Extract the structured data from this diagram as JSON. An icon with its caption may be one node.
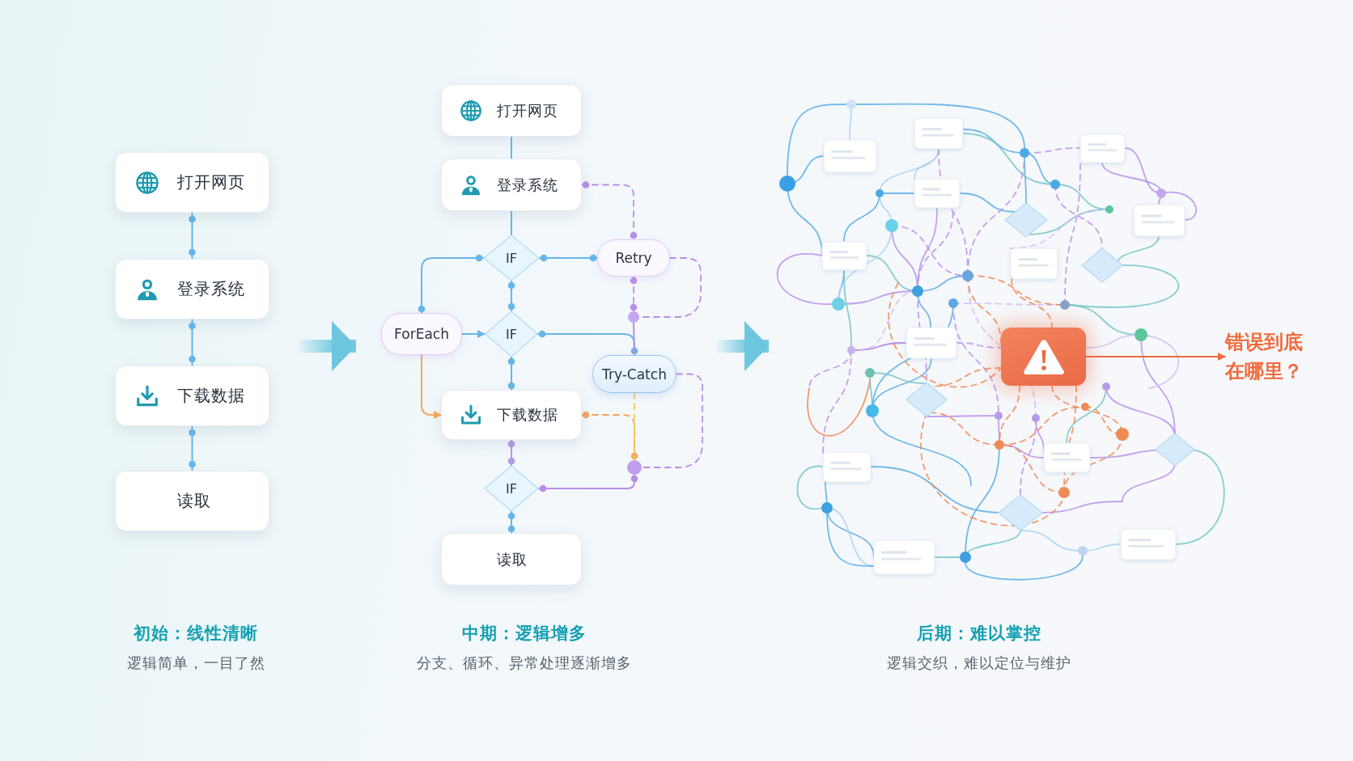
{
  "diagram": {
    "nodes": [
      {
        "text": [
          "初始：线性清晰",
          "逻辑简单，一目了然"
        ]
      },
      {
        "text": [
          "打开网页"
        ],
        "in": 0
      },
      {
        "text": [
          "登录系统"
        ],
        "in": 0
      },
      {
        "text": [
          "下载数据"
        ],
        "in": 0
      },
      {
        "text": [
          "读取"
        ],
        "in": 0
      },
      {
        "text": [
          "中期：逻辑增多",
          "分支、循环、异常处理逐渐增多"
        ]
      },
      {
        "text": [
          "打开网页"
        ],
        "in": 5
      },
      {
        "text": [
          "登录系统"
        ],
        "in": 5
      },
      {
        "text": [
          "IF"
        ],
        "in": 5
      },
      {
        "text": [
          "Retry"
        ],
        "in": 5
      },
      {
        "text": [
          "ForEach"
        ],
        "in": 5
      },
      {
        "text": [
          "IF"
        ],
        "in": 5
      },
      {
        "text": [],
        "shape": "circle",
        "in": 5
      },
      {
        "text": [
          "Try-Catch"
        ],
        "in": 5
      },
      {
        "text": [
          "下载数据"
        ],
        "in": 5
      },
      {
        "text": [
          "IF"
        ],
        "in": 5
      },
      {
        "text": [],
        "shape": "circle",
        "in": 5
      },
      {
        "text": [
          "读取"
        ],
        "in": 5
      },
      {
        "text": [
          "后期：难以掌控",
          "逻辑交织，难以定位与维护"
        ]
      },
      {
        "text": [],
        "shape": "box",
        "in": 18
      },
      {
        "text": [
          "错误到底在哪里？"
        ]
      }
    ],
    "edges": [
      {
        "from": 1,
        "to": 2,
        "arrow": "other"
      },
      {
        "from": 2,
        "to": 3,
        "arrow": "other"
      },
      {
        "from": 3,
        "to": 4,
        "arrow": "other"
      },
      {
        "from": 0,
        "to": 5,
        "arrow": "to",
        "style": "thick",
        "color": "#6cc6de"
      },
      {
        "from": 6,
        "to": 7,
        "arrow": "none"
      },
      {
        "from": 7,
        "to": 8,
        "arrow": "none"
      },
      {
        "from": 8,
        "to": 10,
        "arrow": "other"
      },
      {
        "from": 8,
        "to": 9,
        "arrow": "other"
      },
      {
        "from": 7,
        "to": 9,
        "arrow": "other",
        "style": "dashed",
        "color": "#b98ee8"
      },
      {
        "from": 8,
        "to": 11,
        "arrow": "other"
      },
      {
        "from": 10,
        "to": 11,
        "arrow": "to"
      },
      {
        "from": 11,
        "to": 13,
        "arrow": "other"
      },
      {
        "from": 9,
        "to": 12,
        "arrow": "other",
        "style": "dashed",
        "color": "#b98ee8"
      },
      {
        "from": 9,
        "to": 12,
        "arrow": "none",
        "style": "dashed",
        "color": "#b98ee8"
      },
      {
        "from": 12,
        "to": 13,
        "arrow": "none",
        "color": "#b98ee8"
      },
      {
        "from": 11,
        "to": 14,
        "arrow": "other"
      },
      {
        "from": 10,
        "to": 14,
        "arrow": "to",
        "color": "#f5a65a"
      },
      {
        "from": 14,
        "to": 15,
        "arrow": "other",
        "color": "#b39ae6"
      },
      {
        "from": 14,
        "to": 16,
        "arrow": "other",
        "style": "dashed",
        "color": "#f5a65a"
      },
      {
        "from": 13,
        "to": 16,
        "arrow": "none",
        "style": "dashed",
        "color": "#efc95e"
      },
      {
        "from": 13,
        "to": 16,
        "arrow": "none",
        "style": "dashed",
        "color": "#b98ee8"
      },
      {
        "from": 16,
        "to": 15,
        "arrow": "other",
        "color": "#b98ee8"
      },
      {
        "from": 15,
        "to": 17,
        "arrow": "other"
      },
      {
        "from": 5,
        "to": 18,
        "arrow": "to",
        "style": "thick",
        "color": "#6cc6de"
      },
      {
        "from": 19,
        "to": 20,
        "arrow": "to",
        "color": "#f06a3c"
      }
    ]
  }
}
